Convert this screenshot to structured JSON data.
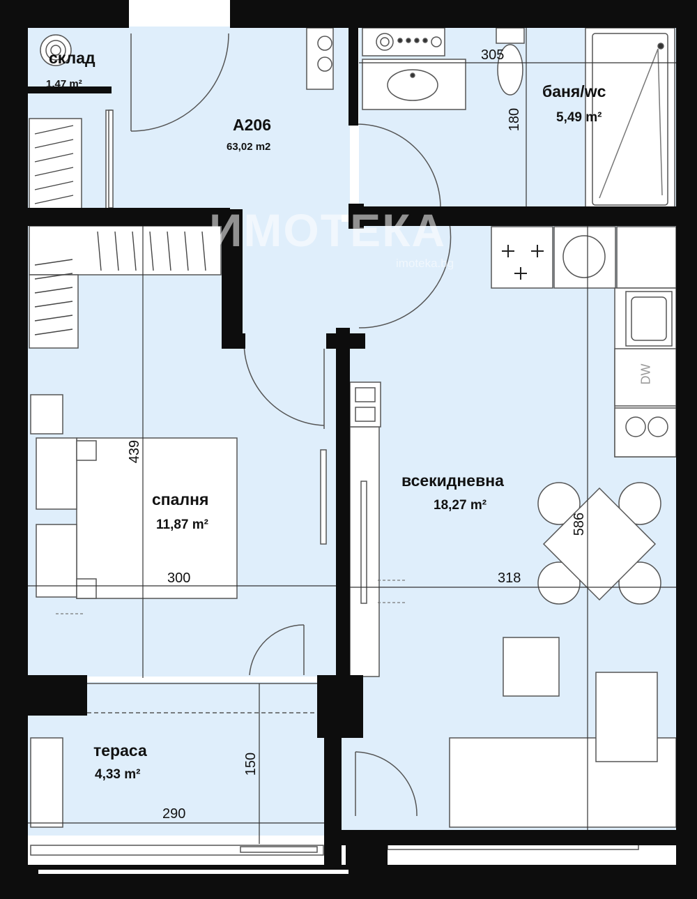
{
  "plan": {
    "apartment": {
      "id": "A206",
      "area": "63,02 m2"
    },
    "rooms": [
      {
        "key": "storage",
        "name": "склад",
        "area": "1,47 m²"
      },
      {
        "key": "bathroom",
        "name": "баня/wc",
        "area": "5,49 m²"
      },
      {
        "key": "bedroom",
        "name": "спалня",
        "area": "11,87 m²"
      },
      {
        "key": "living",
        "name": "всекидневна",
        "area": "18,27 m²"
      },
      {
        "key": "terrace",
        "name": "тераса",
        "area": "4,33 m²"
      }
    ],
    "dimensions": {
      "bath_width": "305",
      "bath_depth": "180",
      "bedroom_depth": "439",
      "bedroom_width": "300",
      "living_width": "318",
      "living_depth": "586",
      "terrace_width": "290",
      "terrace_depth": "150"
    },
    "appliance_labels": {
      "dishwasher": "DW"
    },
    "watermark": {
      "logo": "ИМОТЕКА",
      "url": "imoteka.bg"
    },
    "colors": {
      "floor": "#dfeefb",
      "wall": "#0d0d0d",
      "fixture": "#ffffff",
      "line": "#555555"
    }
  }
}
